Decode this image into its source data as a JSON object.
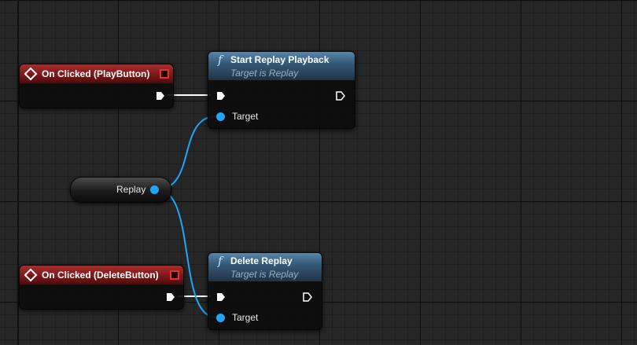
{
  "nodes": {
    "event_play": {
      "title": "On Clicked (PlayButton)"
    },
    "event_delete": {
      "title": "On Clicked (DeleteButton)"
    },
    "fn_start_replay": {
      "title": "Start Replay Playback",
      "subtitle": "Target is Replay",
      "target_label": "Target"
    },
    "fn_delete_replay": {
      "title": "Delete Replay",
      "subtitle": "Target is Replay",
      "target_label": "Target"
    },
    "var_replay": {
      "label": "Replay"
    }
  },
  "colors": {
    "event_header": "#8c1e1e",
    "function_header": "#3f6a8c",
    "object_pin": "#1ea7f5",
    "exec_wire": "#ffffff",
    "grid_background": "#262626"
  },
  "icons": {
    "event": "diamond-event-icon",
    "stop": "stop-square-icon",
    "function": "function-f-icon",
    "exec": "exec-arrow-icon",
    "object": "object-pin-icon"
  }
}
